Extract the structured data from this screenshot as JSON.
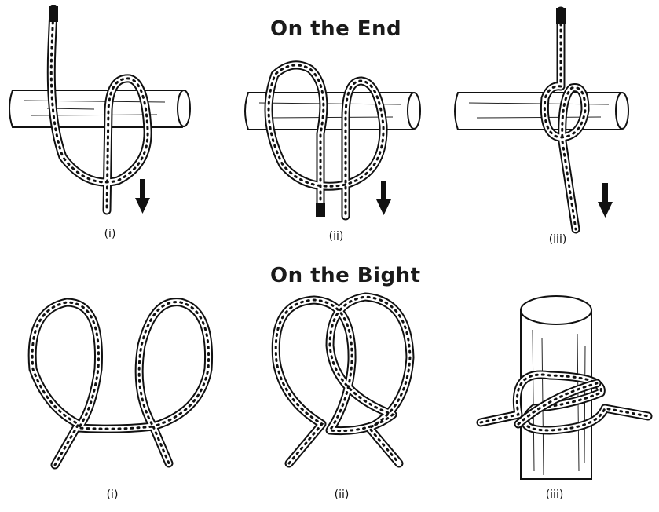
{
  "sections": {
    "on_the_end": {
      "title": "On the End",
      "steps": [
        "(i)",
        "(ii)",
        "(iii)"
      ]
    },
    "on_the_bight": {
      "title": "On the Bight",
      "steps": [
        "(i)",
        "(ii)",
        "(iii)"
      ]
    }
  },
  "icons": [
    "down-arrow-icon"
  ],
  "colors": {
    "ink": "#111111",
    "paper": "#ffffff"
  }
}
